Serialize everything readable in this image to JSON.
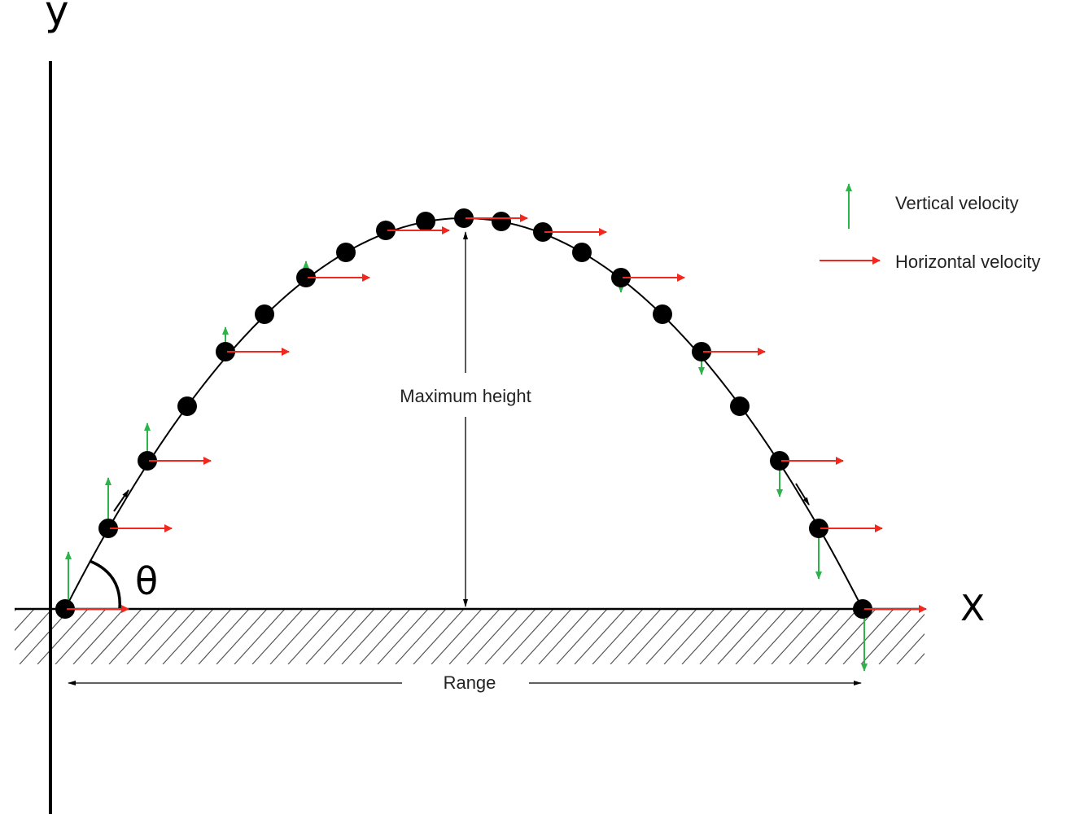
{
  "axes": {
    "y_label": "y",
    "x_label": "X",
    "angle_label": "θ"
  },
  "labels": {
    "max_height": "Maximum height",
    "range": "Range"
  },
  "legend": {
    "vertical": "Vertical velocity",
    "horizontal": "Horizontal velocity"
  },
  "colors": {
    "vertical_velocity": "#2db34a",
    "horizontal_velocity": "#f0281e",
    "trajectory": "#000000",
    "ball": "#000000",
    "ground_hatch": "#555555"
  },
  "icons": {
    "vertical_legend": "green-up-arrow-icon",
    "horizontal_legend": "red-right-arrow-icon",
    "direction": "black-arrowhead-icon"
  }
}
